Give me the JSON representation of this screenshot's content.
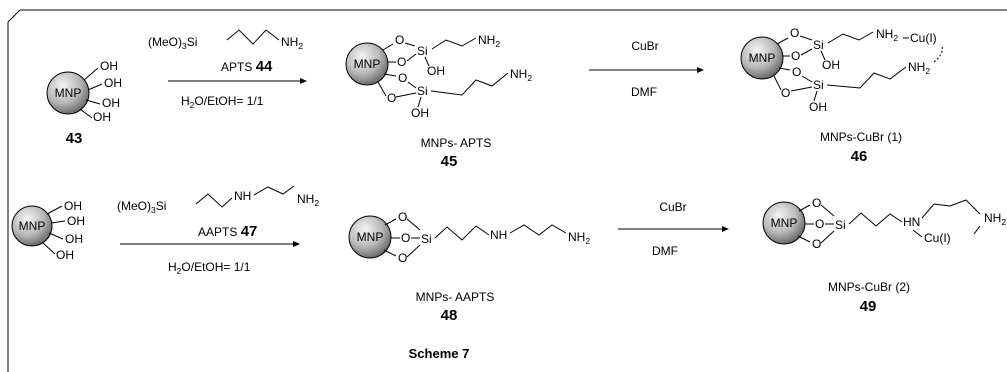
{
  "scheme_title": "Scheme 7",
  "row1": {
    "reagent_formula": {
      "a": "(MeO)",
      "sub": "3",
      "b": "Si",
      "amine": "NH",
      "amine_sub": "2"
    },
    "reagent_name": "APTS",
    "reagent_number": "44",
    "solvent": {
      "a": "H",
      "sub": "2",
      "b": "O/EtOH= 1/1"
    },
    "start_number": "43",
    "product1_label": "MNPs- APTS",
    "product1_number": "45",
    "step2_reagent": "CuBr",
    "step2_solvent": "DMF",
    "product2_label": "MNPs-CuBr (1)",
    "product2_number": "46"
  },
  "row2": {
    "reagent_formula": {
      "a": "(MeO)",
      "sub": "3",
      "b": "Si",
      "nh": "NH",
      "amine": "NH",
      "amine_sub": "2"
    },
    "reagent_name": "AAPTS",
    "reagent_number": "47",
    "solvent": {
      "a": "H",
      "sub": "2",
      "b": "O/EtOH= 1/1"
    },
    "product1_label": "MNPs- AAPTS",
    "product1_number": "48",
    "step2_reagent": "CuBr",
    "step2_solvent": "DMF",
    "product2_label": "MNPs-CuBr (2)",
    "product2_number": "49"
  },
  "atoms": {
    "mnp": "MNP",
    "oh": "OH",
    "o": "O",
    "si": "Si",
    "nh": "NH",
    "nh2": "NH",
    "sub2": "2",
    "hn": "HN",
    "cu": "Cu(I)"
  },
  "colors": {
    "frame": "#000000",
    "sphere_light": "#f4f4f4",
    "sphere_dark": "#6e6e6e"
  }
}
